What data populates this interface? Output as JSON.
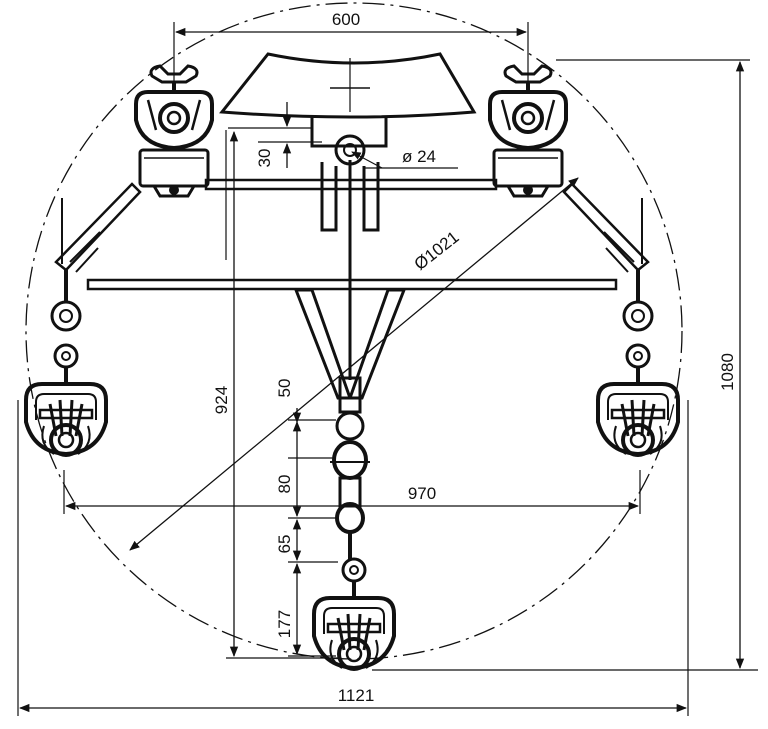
{
  "dimensions": {
    "top_width": "600",
    "phase_offset": "30",
    "bolt_diameter": "ø 24",
    "ring_diameter": "Ø1021",
    "vertical_spacing": "924",
    "overall_height": "1080",
    "link_50": "50",
    "link_80": "80",
    "link_65": "65",
    "link_177": "177",
    "side_span": "970",
    "overall_width": "1121"
  },
  "colors": {
    "stroke": "#111111",
    "background": "#ffffff"
  }
}
